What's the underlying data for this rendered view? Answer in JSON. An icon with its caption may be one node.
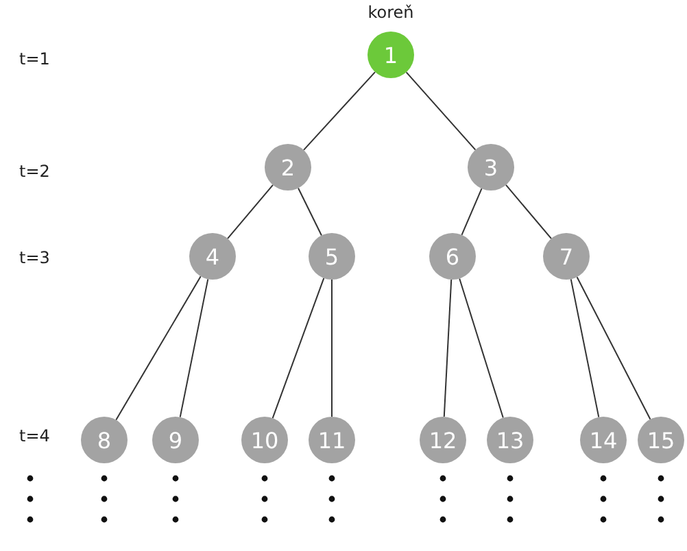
{
  "diagram": {
    "nodes": [
      {
        "text": [
          "1"
        ],
        "beside": [
          "koreň"
        ]
      },
      {
        "text": [
          "2"
        ]
      },
      {
        "text": [
          "3"
        ]
      },
      {
        "text": [
          "4"
        ]
      },
      {
        "text": [
          "5"
        ]
      },
      {
        "text": [
          "6"
        ]
      },
      {
        "text": [
          "7"
        ]
      },
      {
        "text": [
          "8"
        ]
      },
      {
        "text": [
          "9"
        ]
      },
      {
        "text": [
          "10"
        ]
      },
      {
        "text": [
          "11"
        ]
      },
      {
        "text": [
          "12"
        ]
      },
      {
        "text": [
          "13"
        ]
      },
      {
        "text": [
          "14"
        ]
      },
      {
        "text": [
          "15"
        ]
      }
    ],
    "edges": [
      {
        "from": 0,
        "to": 1,
        "arrow": "none"
      },
      {
        "from": 0,
        "to": 2,
        "arrow": "none"
      },
      {
        "from": 1,
        "to": 3,
        "arrow": "none"
      },
      {
        "from": 1,
        "to": 4,
        "arrow": "none"
      },
      {
        "from": 2,
        "to": 5,
        "arrow": "none"
      },
      {
        "from": 2,
        "to": 6,
        "arrow": "none"
      },
      {
        "from": 3,
        "to": 7,
        "arrow": "none"
      },
      {
        "from": 3,
        "to": 8,
        "arrow": "none"
      },
      {
        "from": 4,
        "to": 9,
        "arrow": "none"
      },
      {
        "from": 4,
        "to": 10,
        "arrow": "none"
      },
      {
        "from": 5,
        "to": 11,
        "arrow": "none"
      },
      {
        "from": 5,
        "to": 12,
        "arrow": "none"
      },
      {
        "from": 6,
        "to": 13,
        "arrow": "none"
      },
      {
        "from": 6,
        "to": 14,
        "arrow": "none"
      }
    ],
    "labels": [
      "t=1",
      "t=2",
      "t=3",
      "t=4"
    ]
  }
}
